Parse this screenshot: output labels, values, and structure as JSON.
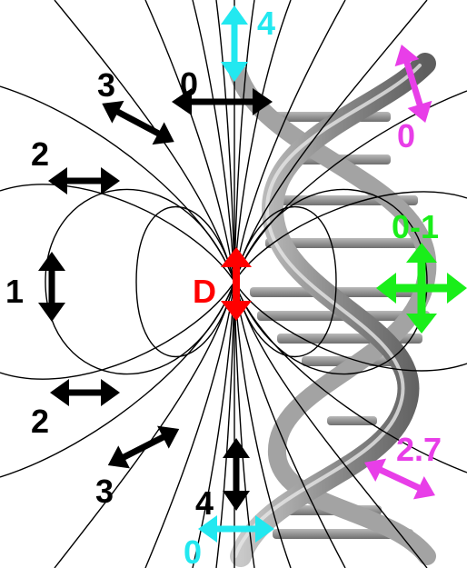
{
  "donor_label": "D",
  "labels": {
    "cyan_top": "4",
    "top_center": "0",
    "magenta_top": "0",
    "upper_left_3": "3",
    "left_2_top": "2",
    "left_1": "1",
    "green": "0-1",
    "left_2_bottom": "2",
    "lower_left_3": "3",
    "bottom_4": "4",
    "magenta_bottom": "2.7",
    "cyan_bottom": "0"
  },
  "colors": {
    "black": "#000000",
    "red": "#ff0000",
    "cyan": "#22e8f0",
    "magenta": "#e83ee8",
    "green": "#1aee1a",
    "dna": "#8f8f8f"
  },
  "icons": [
    "double-arrow-icon",
    "four-way-arrow-icon",
    "dna-helix-icon"
  ]
}
